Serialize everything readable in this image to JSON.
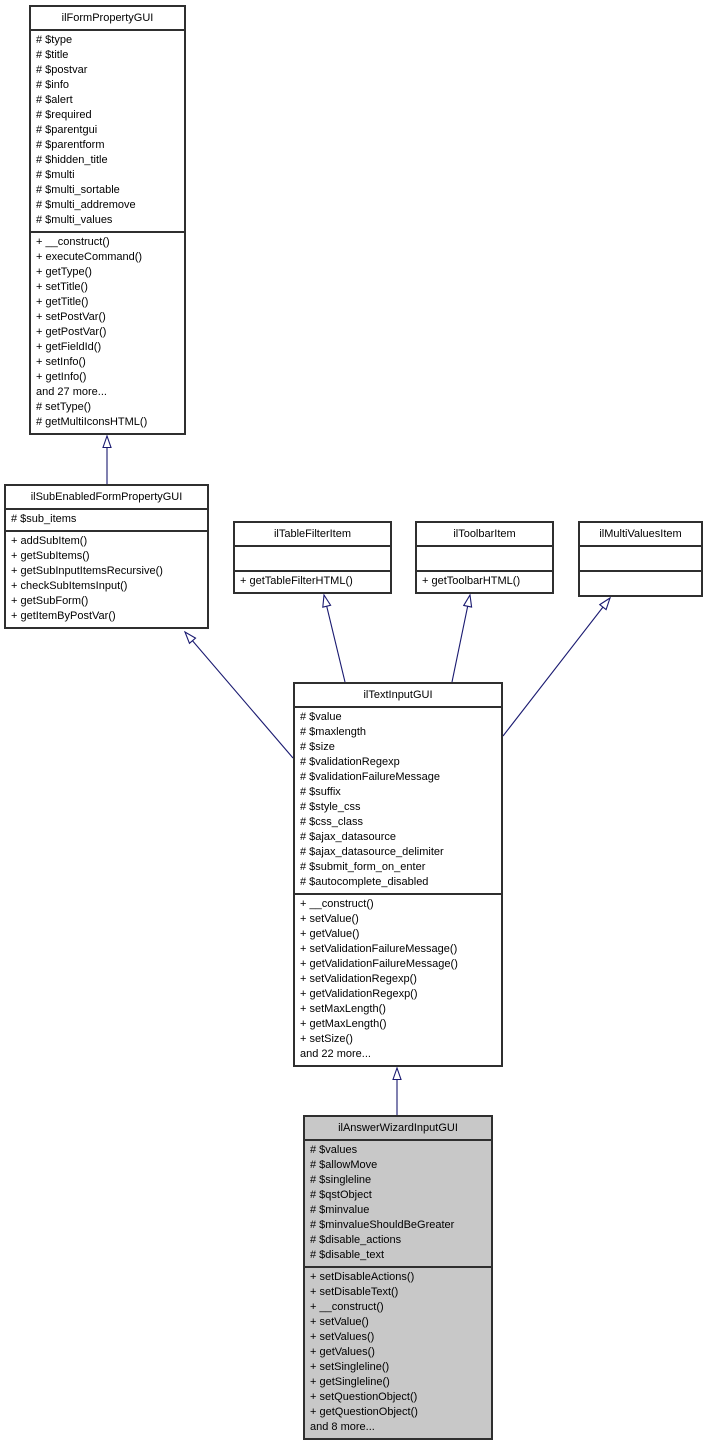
{
  "diagram": {
    "type": "uml-class-inheritance",
    "colors": {
      "arrow": "#191970",
      "box_border": "#2f2f2f",
      "box_fill": "#ffffff",
      "highlight_fill": "#c8c8c8",
      "background": "#ffffff"
    },
    "classes": [
      {
        "name": "ilFormPropertyGUI",
        "highlighted": false,
        "attributes": [
          "# $type",
          "# $title",
          "# $postvar",
          "# $info",
          "# $alert",
          "# $required",
          "# $parentgui",
          "# $parentform",
          "# $hidden_title",
          "# $multi",
          "# $multi_sortable",
          "# $multi_addremove",
          "# $multi_values"
        ],
        "methods": [
          "+ __construct()",
          "+ executeCommand()",
          "+ getType()",
          "+ setTitle()",
          "+ getTitle()",
          "+ setPostVar()",
          "+ getPostVar()",
          "+ getFieldId()",
          "+ setInfo()",
          "+ getInfo()",
          "and 27 more...",
          "# setType()",
          "# getMultiIconsHTML()"
        ]
      },
      {
        "name": "ilSubEnabledFormPropertyGUI",
        "highlighted": false,
        "attributes": [
          "# $sub_items"
        ],
        "methods": [
          "+ addSubItem()",
          "+ getSubItems()",
          "+ getSubInputItemsRecursive()",
          "+ checkSubItemsInput()",
          "+ getSubForm()",
          "+ getItemByPostVar()"
        ]
      },
      {
        "name": "ilTableFilterItem",
        "highlighted": false,
        "attributes": [],
        "methods": [
          "+ getTableFilterHTML()"
        ]
      },
      {
        "name": "ilToolbarItem",
        "highlighted": false,
        "attributes": [],
        "methods": [
          "+ getToolbarHTML()"
        ]
      },
      {
        "name": "ilMultiValuesItem",
        "highlighted": false,
        "attributes": [],
        "methods": []
      },
      {
        "name": "ilTextInputGUI",
        "highlighted": false,
        "attributes": [
          "# $value",
          "# $maxlength",
          "# $size",
          "# $validationRegexp",
          "# $validationFailureMessage",
          "# $suffix",
          "# $style_css",
          "# $css_class",
          "# $ajax_datasource",
          "# $ajax_datasource_delimiter",
          "# $submit_form_on_enter",
          "# $autocomplete_disabled"
        ],
        "methods": [
          "+ __construct()",
          "+ setValue()",
          "+ getValue()",
          "+ setValidationFailureMessage()",
          "+ getValidationFailureMessage()",
          "+ setValidationRegexp()",
          "+ getValidationRegexp()",
          "+ setMaxLength()",
          "+ getMaxLength()",
          "+ setSize()",
          "and 22 more..."
        ]
      },
      {
        "name": "ilAnswerWizardInputGUI",
        "highlighted": true,
        "attributes": [
          "# $values",
          "# $allowMove",
          "# $singleline",
          "# $qstObject",
          "# $minvalue",
          "# $minvalueShouldBeGreater",
          "# $disable_actions",
          "# $disable_text"
        ],
        "methods": [
          "+ setDisableActions()",
          "+ setDisableText()",
          "+ __construct()",
          "+ setValue()",
          "+ setValues()",
          "+ getValues()",
          "+ setSingleline()",
          "+ getSingleline()",
          "+ setQuestionObject()",
          "+ getQuestionObject()",
          "and 8 more..."
        ]
      }
    ],
    "relations": [
      {
        "from": "ilSubEnabledFormPropertyGUI",
        "to": "ilFormPropertyGUI",
        "type": "inheritance"
      },
      {
        "from": "ilTextInputGUI",
        "to": "ilSubEnabledFormPropertyGUI",
        "type": "inheritance"
      },
      {
        "from": "ilTextInputGUI",
        "to": "ilTableFilterItem",
        "type": "inheritance"
      },
      {
        "from": "ilTextInputGUI",
        "to": "ilToolbarItem",
        "type": "inheritance"
      },
      {
        "from": "ilTextInputGUI",
        "to": "ilMultiValuesItem",
        "type": "inheritance"
      },
      {
        "from": "ilAnswerWizardInputGUI",
        "to": "ilTextInputGUI",
        "type": "inheritance"
      }
    ]
  }
}
